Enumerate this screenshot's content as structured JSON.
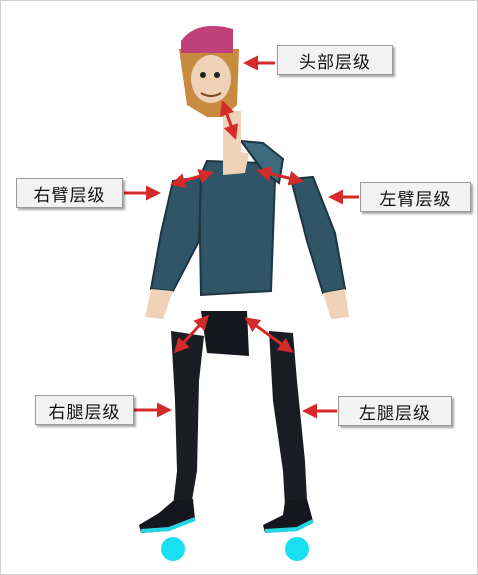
{
  "labels": {
    "head": "头部层级",
    "right_arm": "右臂层级",
    "left_arm": "左臂层级",
    "right_leg": "右腿层级",
    "left_leg": "左腿层级"
  },
  "colors": {
    "arrow": "#d42a2a",
    "hoodie": "#2f5566",
    "pants": "#1a1d24",
    "cap": "#c0407a",
    "hair": "#c78a3e",
    "skin": "#efd2b8",
    "shoe_accent": "#23d6e6",
    "wheel": "#18e0f0"
  }
}
